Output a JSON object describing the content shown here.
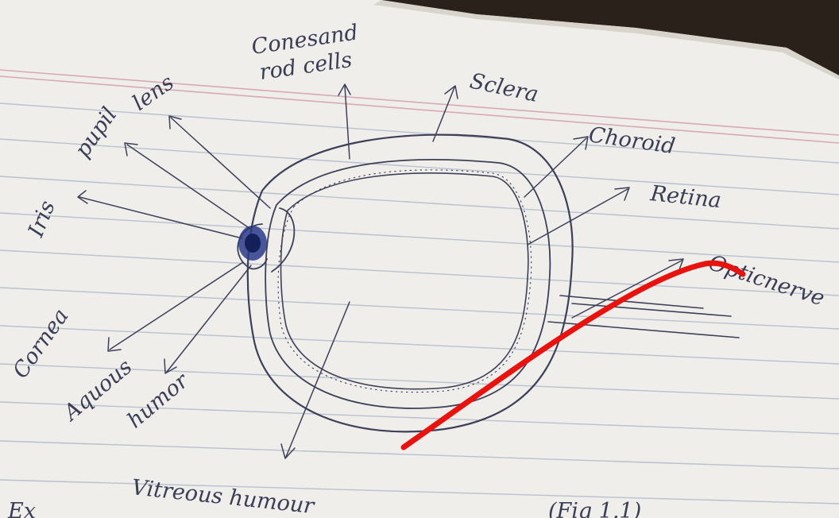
{
  "labels": {
    "cones_rods_line1": "Conesand",
    "cones_rods_line2": "rod cells",
    "sclera": "Sclera",
    "lens": "lens",
    "pupil": "pupil",
    "iris": "Iris",
    "choroid": "Choroid",
    "retina": "Retina",
    "optic_nerve": "Opticnerve",
    "cornea": "Cornea",
    "aqueous_line1": "Aquous",
    "aqueous_line2": "humor",
    "vitreous": "Vitreous humour",
    "fig_caption": "(Fig 1.1)",
    "corner_text": "Ex"
  },
  "colors": {
    "paper": "#efeeea",
    "ink": "#3d4058",
    "pupil_ink": "#2a3a8a",
    "red_mark": "#e8130f",
    "margin_line": "#d9a8b9",
    "ruled_line": "#b9c1cf",
    "desk": "#2b211b"
  }
}
